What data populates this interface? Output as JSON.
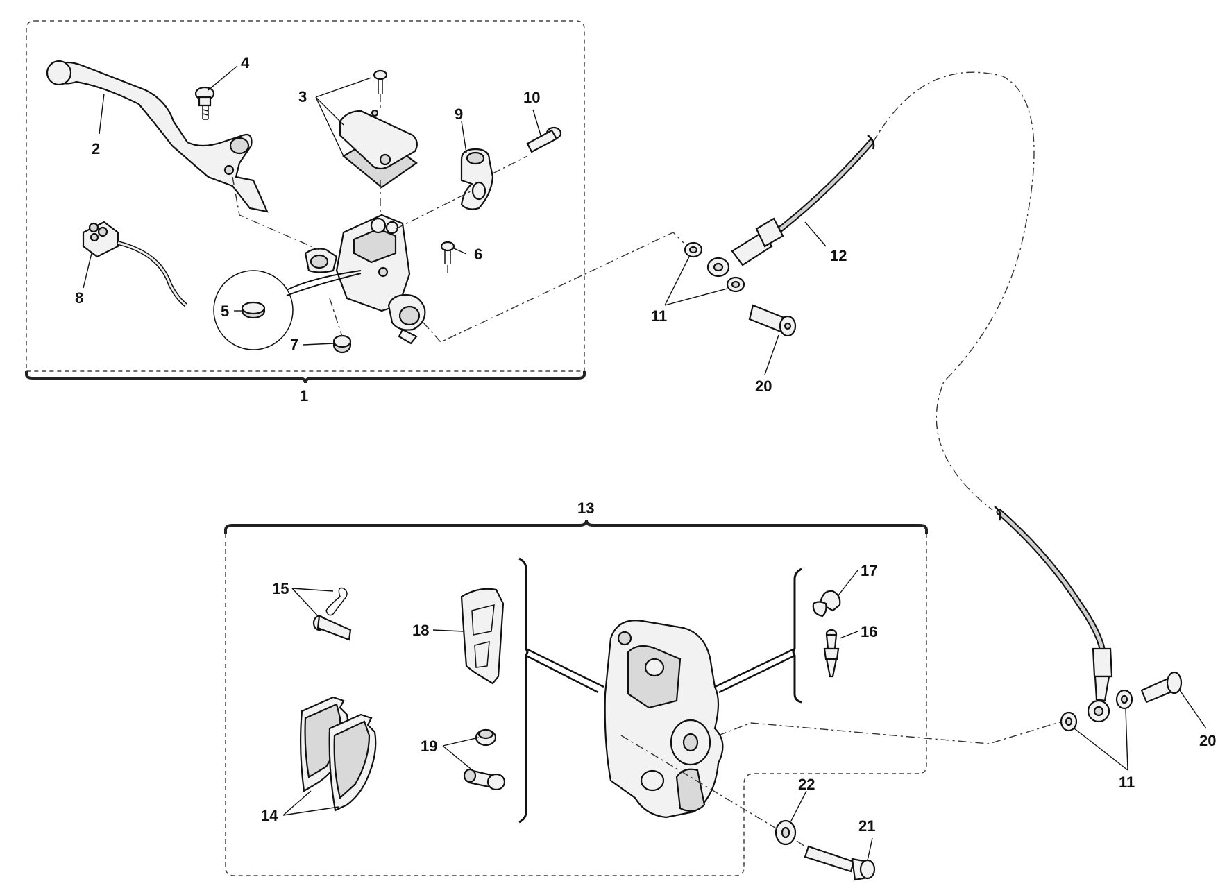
{
  "callouts": {
    "c1": "1",
    "c2": "2",
    "c3": "3",
    "c4": "4",
    "c5": "5",
    "c6": "6",
    "c7": "7",
    "c8": "8",
    "c9": "9",
    "c10": "10",
    "c11a": "11",
    "c11b": "11",
    "c12": "12",
    "c13": "13",
    "c14": "14",
    "c15": "15",
    "c16": "16",
    "c17": "17",
    "c18": "18",
    "c19": "19",
    "c20a": "20",
    "c20b": "20",
    "c21": "21",
    "c22": "22"
  },
  "colors": {
    "line": "#111111",
    "fill": "#f2f2f2",
    "background": "#ffffff"
  }
}
